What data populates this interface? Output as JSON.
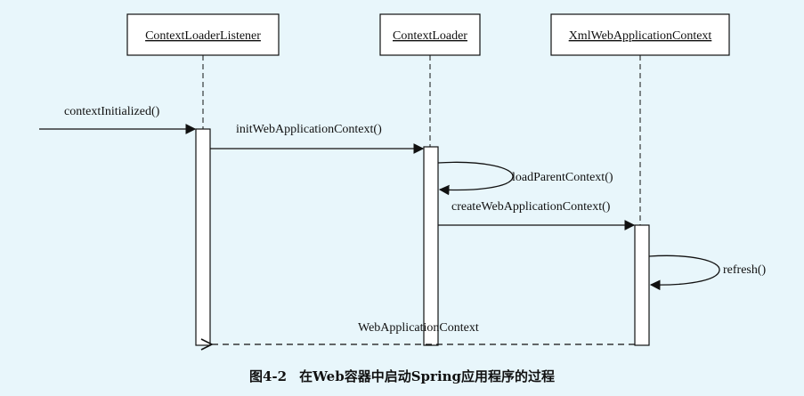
{
  "participants": [
    {
      "id": "listener",
      "label": "ContextLoaderListener"
    },
    {
      "id": "loader",
      "label": "ContextLoader"
    },
    {
      "id": "xmlctx",
      "label": "XmlWebApplicationContext"
    }
  ],
  "messages": {
    "context_initialized": "contextInitialized()",
    "init_web_app_context": "initWebApplicationContext()",
    "load_parent_context": "loadParentContext()",
    "create_web_app_context": "createWebApplicationContext()",
    "refresh": "refresh()",
    "return_web_app_context": "WebApplicationContext"
  },
  "caption": {
    "number": "图4-2",
    "text": "在Web容器中启动Spring应用程序的过程"
  },
  "colors": {
    "background": "#e8f6fb",
    "box_fill": "#ffffff",
    "line": "#111111"
  }
}
